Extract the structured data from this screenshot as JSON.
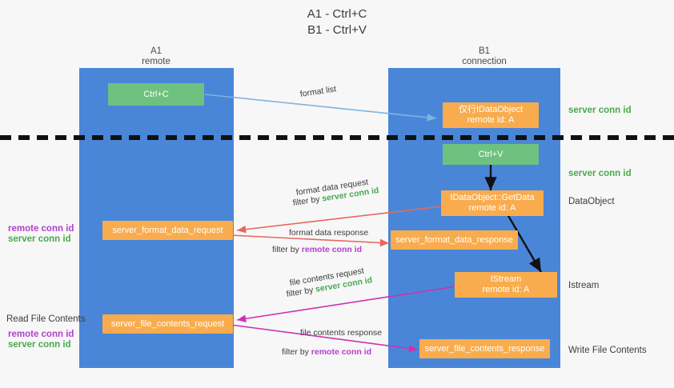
{
  "title_lines": [
    "A1 - Ctrl+C",
    "B1 - Ctrl+V"
  ],
  "columns": [
    {
      "name": "A1",
      "sub": "remote"
    },
    {
      "name": "B1",
      "sub": "connection"
    }
  ],
  "nodes": {
    "ctrl_c": "Ctrl+C",
    "ctrl_v": "Ctrl+V",
    "idataobject": "仅行IDataObject\nremote id: A",
    "idataobject_line1": "仅行IDataObject",
    "idataobject_line2": "remote id: A",
    "getdata_line1": "IDataObject::GetData",
    "getdata_line2": "remote id: A",
    "istream_line1": "IStream",
    "istream_line2": "remote id: A",
    "server_format_data_request": "server_format_data_request",
    "server_format_data_response": "server_format_data_response",
    "server_file_contents_request": "server_file_contents_request",
    "server_file_contents_response": "server_file_contents_response"
  },
  "right_labels": [
    {
      "text": "server conn id",
      "kind": "green"
    },
    {
      "text": "server conn id",
      "kind": "green"
    },
    {
      "text": "DataObject",
      "kind": "plain"
    },
    {
      "text": "Istream",
      "kind": "plain"
    },
    {
      "text": "Write File Contents",
      "kind": "plain"
    }
  ],
  "left_labels": {
    "remote_conn_id_1": "remote conn id",
    "server_conn_id_1": "server conn id",
    "read_file_contents": "Read File Contents",
    "remote_conn_id_2": "remote conn id",
    "server_conn_id_2": "server conn id"
  },
  "edges": {
    "format_list": "format list",
    "format_data_request": "format data request",
    "filter_by": "filter by",
    "server_conn_id": "server conn id",
    "remote_conn_id": "remote conn id",
    "format_data_response": "format data response",
    "file_contents_request": "file contents request",
    "file_contents_response": "file contents response"
  },
  "colors": {
    "lane": "#4a86d8",
    "green_node": "#6fc17f",
    "orange_node": "#f9ac4e",
    "green_text": "#4aa84f",
    "purple_text": "#b23fcf",
    "red_arrow": "#e8675e",
    "magenta_arrow": "#cf30b0",
    "blue_arrow": "#7fb3e0",
    "black_arrow": "#000000",
    "background": "#f7f7f7"
  }
}
